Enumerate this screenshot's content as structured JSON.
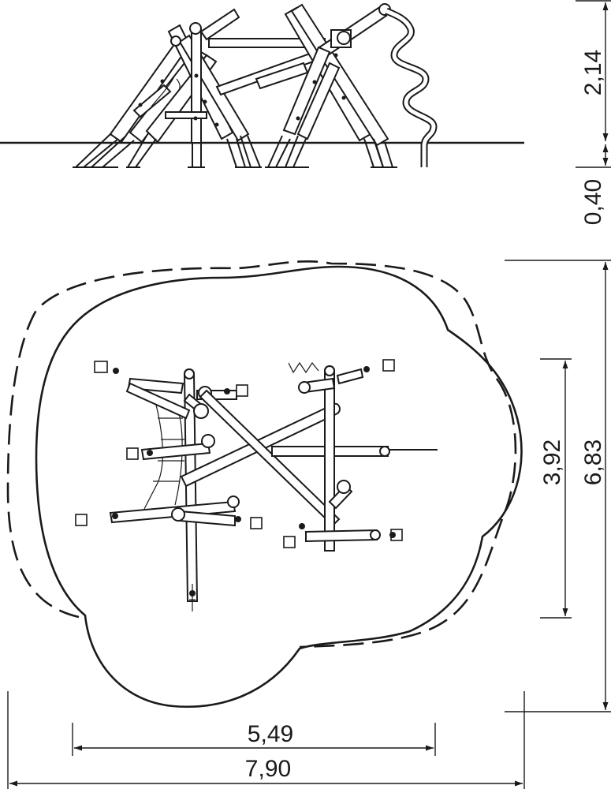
{
  "elevation": {
    "height_above_ground": "2,14",
    "foundation_depth": "0,40"
  },
  "plan": {
    "equipment_depth": "3,92",
    "safety_area_depth": "6,83",
    "equipment_width": "5,49",
    "safety_area_width": "7,90"
  }
}
